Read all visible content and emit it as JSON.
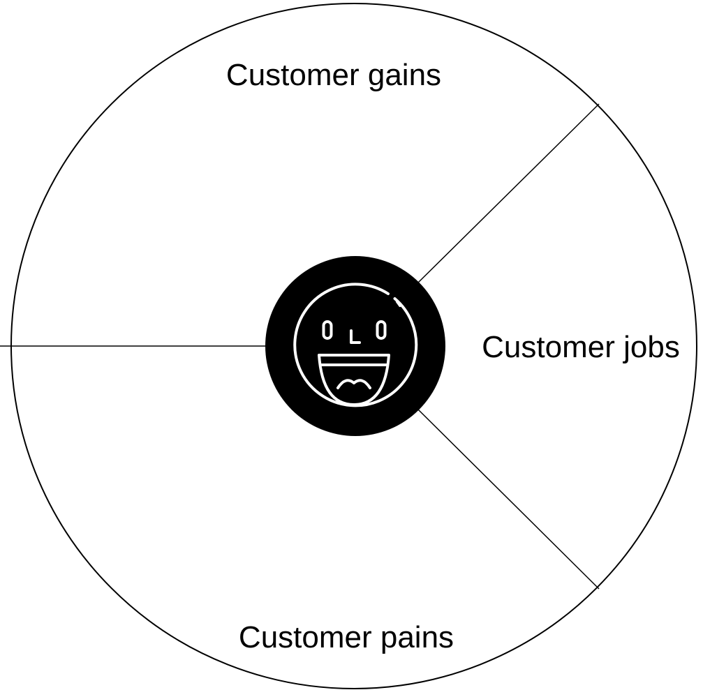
{
  "diagram": {
    "sections": {
      "gains": "Customer gains",
      "jobs": "Customer jobs",
      "pains": "Customer pains"
    },
    "center_icon": "smiling-face-icon",
    "colors": {
      "line": "#000000",
      "background": "#ffffff",
      "hub": "#000000",
      "icon": "#ffffff"
    }
  }
}
